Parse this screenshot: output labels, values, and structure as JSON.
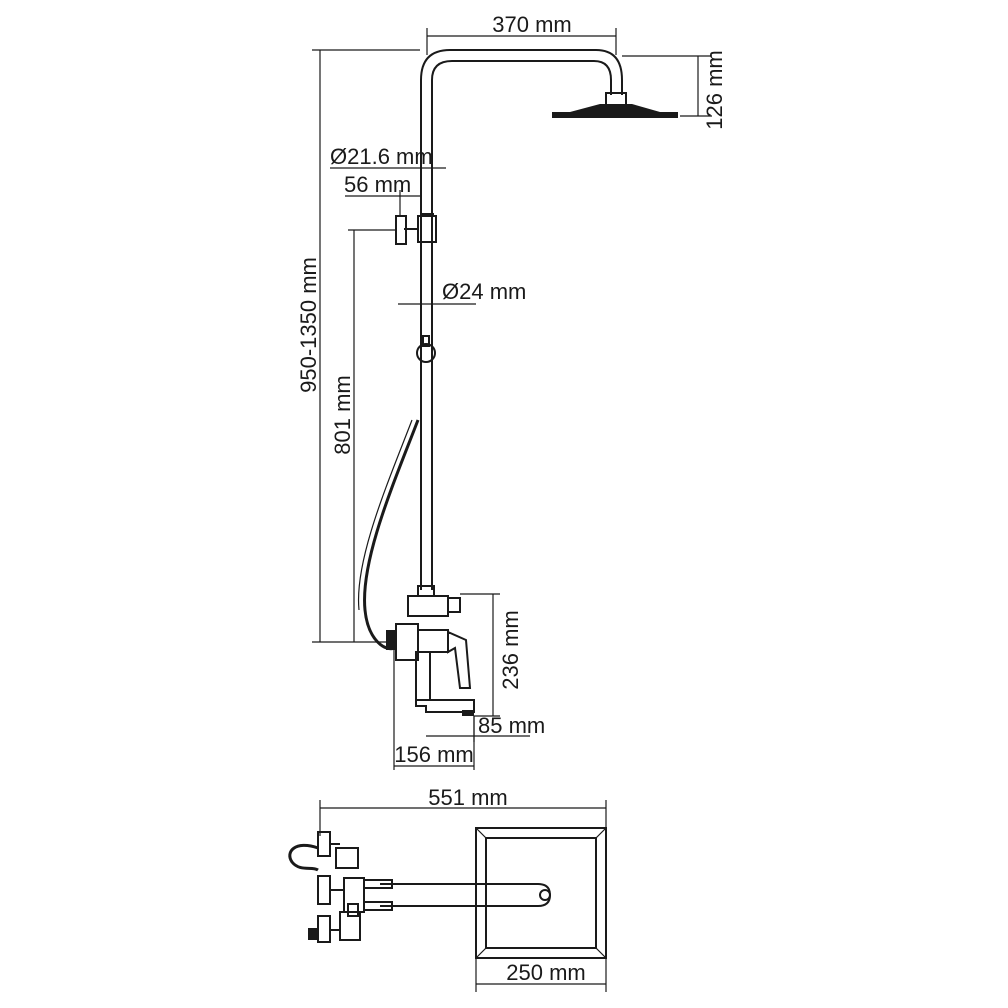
{
  "dimensions": {
    "arm_length": "370 mm",
    "head_drop": "126 mm",
    "arm_pipe_diameter": "Ø21.6 mm",
    "handle_offset": "56 mm",
    "riser_diameter": "Ø24 mm",
    "total_height": "950-1350 mm",
    "bar_length": "801 mm",
    "mixer_height": "236 mm",
    "spout_offset": "85 mm",
    "mixer_depth": "156 mm",
    "plan_length": "551 mm",
    "head_width": "250 mm"
  },
  "colors": {
    "line": "#1a1a1a",
    "background": "#ffffff"
  }
}
